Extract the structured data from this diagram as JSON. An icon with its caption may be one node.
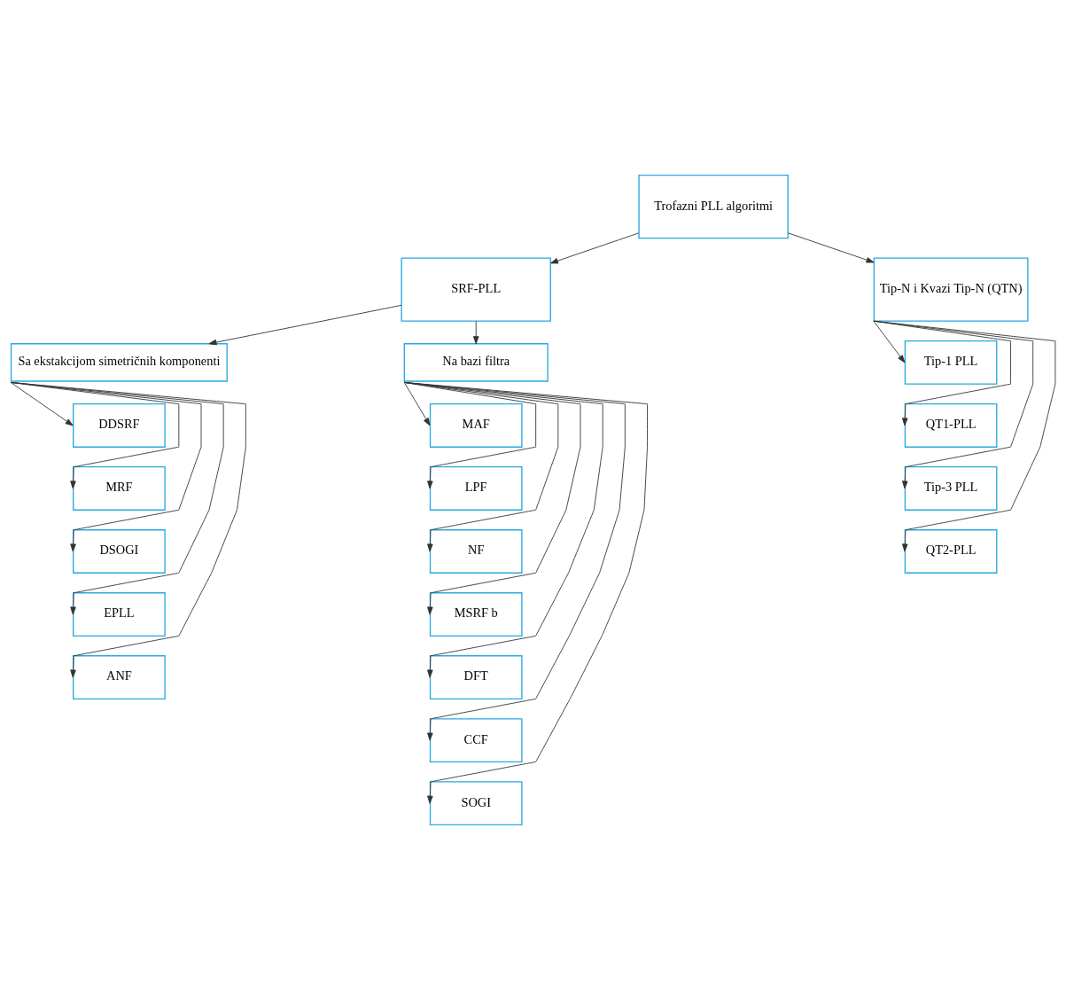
{
  "diagram": {
    "nodes": [
      {
        "text": [
          "Trofazni PLL algoritmi"
        ]
      },
      {
        "text": [
          "SRF-PLL"
        ]
      },
      {
        "text": [
          "Tip-N i Kvazi Tip-N (QTN)"
        ]
      },
      {
        "text": [
          "Sa ekstakcijom simetričnih komponenti"
        ]
      },
      {
        "text": [
          "Na bazi filtra"
        ]
      },
      {
        "text": [
          "DDSRF"
        ]
      },
      {
        "text": [
          "MRF"
        ]
      },
      {
        "text": [
          "DSOGI"
        ]
      },
      {
        "text": [
          "EPLL"
        ]
      },
      {
        "text": [
          "ANF"
        ]
      },
      {
        "text": [
          "MAF"
        ]
      },
      {
        "text": [
          "LPF"
        ]
      },
      {
        "text": [
          "NF"
        ]
      },
      {
        "text": [
          "MSRF b"
        ]
      },
      {
        "text": [
          "DFT"
        ]
      },
      {
        "text": [
          "CCF"
        ]
      },
      {
        "text": [
          "SOGI"
        ]
      },
      {
        "text": [
          "Tip-1 PLL"
        ]
      },
      {
        "text": [
          "QT1-PLL"
        ]
      },
      {
        "text": [
          "Tip-3 PLL"
        ]
      },
      {
        "text": [
          "QT2-PLL"
        ]
      }
    ],
    "edges": [
      {
        "from": 0,
        "to": 1,
        "arrow": "to"
      },
      {
        "from": 0,
        "to": 2,
        "arrow": "to"
      },
      {
        "from": 1,
        "to": 3,
        "arrow": "to"
      },
      {
        "from": 1,
        "to": 4,
        "arrow": "to"
      },
      {
        "from": 3,
        "to": 5,
        "arrow": "to"
      },
      {
        "from": 3,
        "to": 6,
        "arrow": "to"
      },
      {
        "from": 3,
        "to": 7,
        "arrow": "to"
      },
      {
        "from": 3,
        "to": 8,
        "arrow": "to"
      },
      {
        "from": 3,
        "to": 9,
        "arrow": "to"
      },
      {
        "from": 4,
        "to": 10,
        "arrow": "to"
      },
      {
        "from": 4,
        "to": 11,
        "arrow": "to"
      },
      {
        "from": 4,
        "to": 12,
        "arrow": "to"
      },
      {
        "from": 4,
        "to": 13,
        "arrow": "to"
      },
      {
        "from": 4,
        "to": 14,
        "arrow": "to"
      },
      {
        "from": 4,
        "to": 15,
        "arrow": "to"
      },
      {
        "from": 4,
        "to": 16,
        "arrow": "to"
      },
      {
        "from": 2,
        "to": 17,
        "arrow": "to"
      },
      {
        "from": 2,
        "to": 18,
        "arrow": "to"
      },
      {
        "from": 2,
        "to": 19,
        "arrow": "to"
      },
      {
        "from": 2,
        "to": 20,
        "arrow": "to"
      }
    ]
  }
}
